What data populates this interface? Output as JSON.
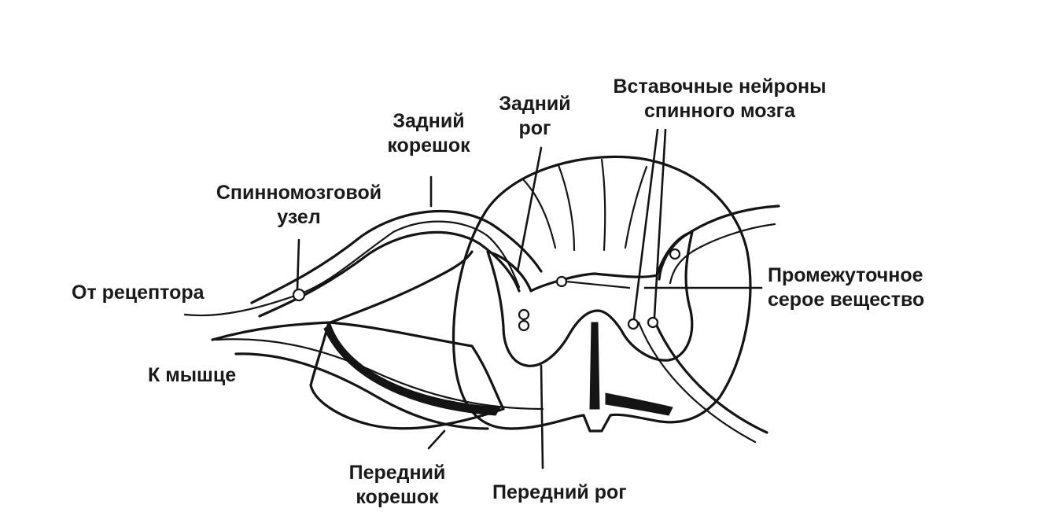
{
  "labels": {
    "from_receptor": "От рецептора",
    "to_muscle": "К мышце",
    "spinal_ganglion": [
      "Спинномозговой",
      "узел"
    ],
    "dorsal_root": [
      "Задний",
      "корешок"
    ],
    "dorsal_horn": [
      "Задний",
      "рог"
    ],
    "interneurons": [
      "Вставочные нейроны",
      "спинного мозга"
    ],
    "intermediate_gray": [
      "Промежуточное",
      "серое вещество"
    ],
    "ventral_root": [
      "Передний",
      "корешок"
    ],
    "ventral_horn": "Передний рог"
  },
  "colors": {
    "ink": "#141414",
    "background": "#ffffff"
  }
}
